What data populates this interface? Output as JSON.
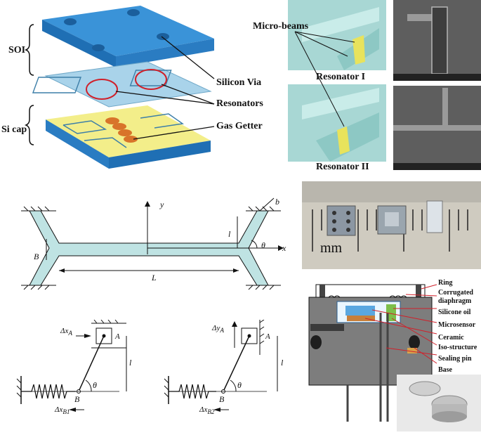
{
  "stack": {
    "label_soi": "SOI",
    "label_si_cap": "Si cap",
    "label_silicon_via": "Silicon Via",
    "label_resonators": "Resonators",
    "label_gas_getter": "Gas Getter",
    "color_soi": "#2f86cf",
    "color_resonator_layer": "#a9d3ea",
    "color_cap": "#f3ee8a"
  },
  "micro": {
    "label_micro_beams": "Micro-beams",
    "label_resonator_1": "Resonator I",
    "label_resonator_2": "Resonator II"
  },
  "beam_diagram": {
    "label_y": "y",
    "label_x": "x",
    "label_b": "b",
    "label_l": "l",
    "label_theta": "θ",
    "label_B": "B",
    "label_L": "L",
    "color_fill": "#bfe3e3"
  },
  "photo": {
    "label_mm": "mm"
  },
  "mechanism": {
    "left": {
      "label_dx": "Δx",
      "sub_dx": "A",
      "label_A": "A",
      "label_l": "l",
      "label_theta": "θ",
      "label_B": "B",
      "label_dxB": "Δx",
      "sub_dxB": "B1"
    },
    "right": {
      "label_dy": "Δy",
      "sub_dy": "A",
      "label_A": "A",
      "label_l": "l",
      "label_theta": "θ",
      "label_B": "B",
      "label_dxB": "Δx",
      "sub_dxB": "B2"
    }
  },
  "package": {
    "labels": [
      "Ring",
      "Corrugated",
      "diaphragm",
      "Silicone oil",
      "Microsensor",
      "Ceramic",
      "Iso-structure",
      "Sealing pin",
      "Base"
    ]
  }
}
